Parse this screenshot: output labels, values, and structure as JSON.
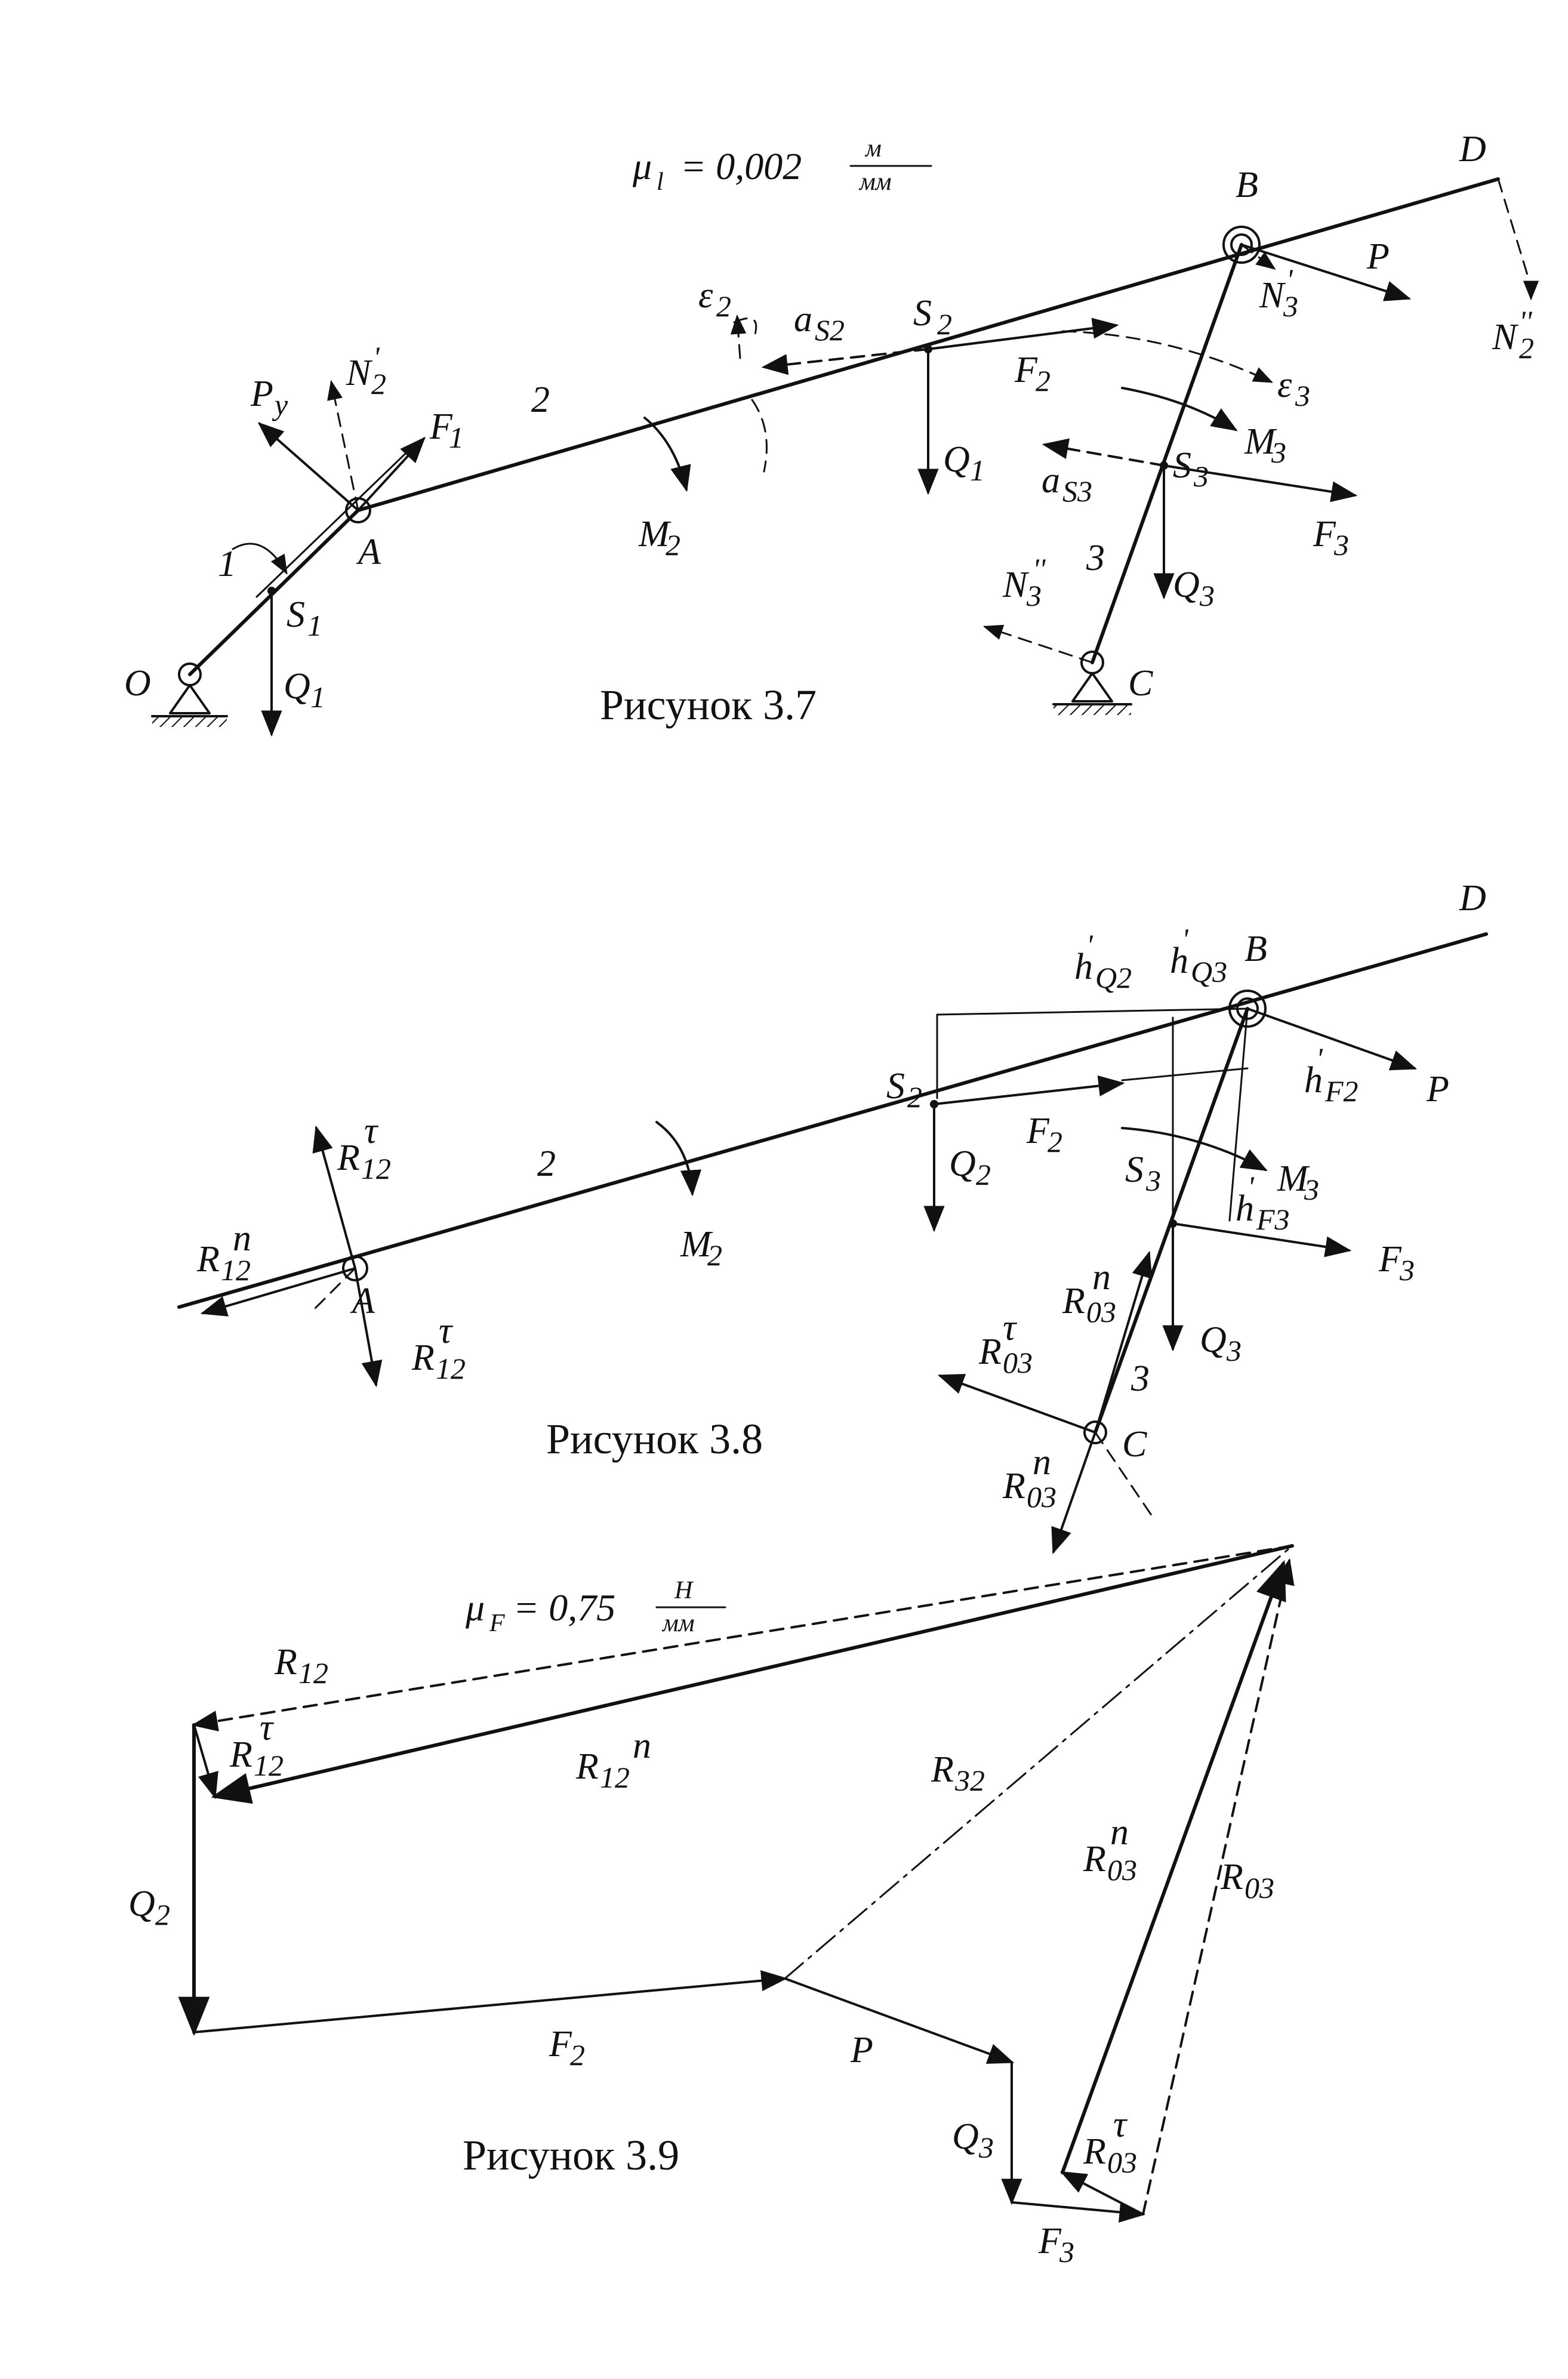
{
  "figures": {
    "fig37": {
      "caption": "Рисунок 3.7",
      "scale": {
        "prefix": "μ",
        "sub": "l",
        "value": "= 0,002",
        "num": "м",
        "den": "мм"
      },
      "points": {
        "O": "O",
        "A": "A",
        "B": "B",
        "C": "C",
        "D": "D",
        "S1": "S",
        "S1sub": "1",
        "S2": "S",
        "S2sub": "2",
        "S3": "S",
        "S3sub": "3"
      },
      "links": {
        "l1": "1",
        "l2": "2",
        "l3": "3"
      },
      "forces": {
        "Py": "P",
        "Pysub": "y",
        "N2p": "N",
        "N2psub": "2",
        "N2psup": "'",
        "F1": "F",
        "F1sub": "1",
        "Q1a": "Q",
        "Q1asub": "1",
        "Q1b": "Q",
        "Q1bsub": "1",
        "aS2": "a",
        "aS2sub": "S2",
        "eps2": "ε",
        "eps2sub": "2",
        "F2": "F",
        "F2sub": "2",
        "M2": "M",
        "M2sub": "2",
        "P": "P",
        "N3p": "N",
        "N3psub": "3",
        "N3psup": "'",
        "N2pp": "N",
        "N2ppsub": "2",
        "N2ppsup": "''",
        "eps3": "ε",
        "eps3sub": "3",
        "M3": "M",
        "M3sub": "3",
        "aS3": "a",
        "aS3sub": "S3",
        "F3": "F",
        "F3sub": "3",
        "Q3": "Q",
        "Q3sub": "3",
        "N3pp": "N",
        "N3ppsub": "3",
        "N3ppsup": "''"
      }
    },
    "fig38": {
      "caption": "Рисунок 3.8",
      "points": {
        "A": "A",
        "B": "B",
        "C": "C",
        "D": "D",
        "S2": "S",
        "S2sub": "2",
        "S3": "S",
        "S3sub": "3"
      },
      "links": {
        "l2": "2",
        "l3": "3"
      },
      "forces": {
        "R12t": "R",
        "R12tsub": "12",
        "R12tsup": "τ",
        "R12n": "R",
        "R12nsub": "12",
        "R12nsup": "n",
        "R12t2": "R",
        "R12t2sub": "12",
        "R12t2sup": "τ",
        "M2": "M",
        "M2sub": "2",
        "F2": "F",
        "F2sub": "2",
        "Q2": "Q",
        "Q2sub": "2",
        "hQ2": "h",
        "hQ2sub": "Q2",
        "hQ2sup": "'",
        "hQ3": "h",
        "hQ3sub": "Q3",
        "hQ3sup": "'",
        "hF2": "h",
        "hF2sub": "F2",
        "hF2sup": "'",
        "hF3": "h",
        "hF3sub": "F3",
        "hF3sup": "'",
        "P": "P",
        "M3": "M",
        "M3sub": "3",
        "F3": "F",
        "F3sub": "3",
        "R03n": "R",
        "R03nsub": "03",
        "R03nsup": "n",
        "R03t": "R",
        "R03tsub": "03",
        "R03tsup": "τ",
        "R03n2": "R",
        "R03n2sub": "03",
        "R03n2sup": "n",
        "Q3": "Q",
        "Q3sub": "3"
      }
    },
    "fig39": {
      "caption": "Рисунок 3.9",
      "scale": {
        "prefix": "μ",
        "sub": "F",
        "value": "= 0,75",
        "num": "Н",
        "den": "мм"
      },
      "forces": {
        "R12": "R",
        "R12sub": "12",
        "R12t": "R",
        "R12tsub": "12",
        "R12tsup": "τ",
        "R12n": "R",
        "R12nsub": "12",
        "R12nsup": "n",
        "Q2": "Q",
        "Q2sub": "2",
        "F2": "F",
        "F2sub": "2",
        "R32": "R",
        "R32sub": "32",
        "P": "P",
        "R03n": "R",
        "R03nsub": "03",
        "R03nsup": "n",
        "R03": "R",
        "R03sub": "03",
        "Q3": "Q",
        "Q3sub": "3",
        "R03t": "R",
        "R03tsub": "03",
        "R03tsup": "τ",
        "F3": "F",
        "F3sub": "3"
      }
    }
  }
}
